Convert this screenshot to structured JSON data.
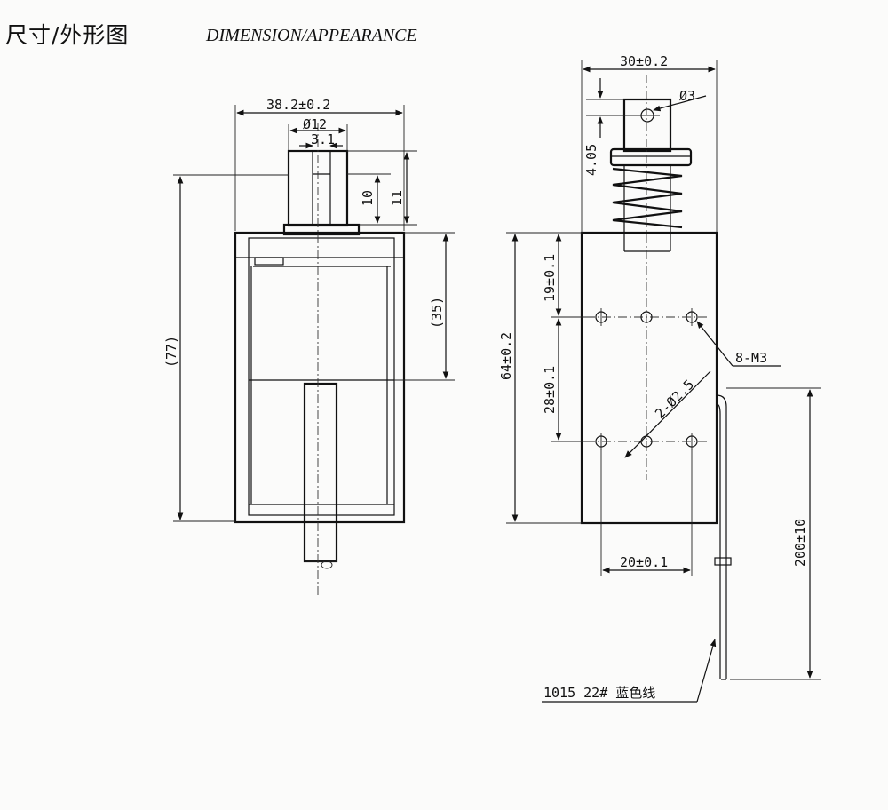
{
  "header": {
    "title_cn": "尺寸/外形图",
    "title_en": "DIMENSION/APPEARANCE"
  },
  "front_view": {
    "width": "38.2±0.2",
    "plunger_dia": "Ø12",
    "slot": "3.1",
    "height_10": "10",
    "height_11": "11",
    "body_height": "(35)",
    "total_height": "(77)"
  },
  "side_view": {
    "width": "30±0.2",
    "pin_hole": "Ø3",
    "pin_offset": "4.05",
    "top_offset": "19±0.1",
    "hole_spacing_v": "28±0.1",
    "height": "64±0.2",
    "threaded_holes": "8-M3",
    "holes": "2-Ø2.5",
    "hole_spacing_h": "20±0.1",
    "lead_length": "200±10",
    "wire_spec": "1015  22#  蓝色线"
  }
}
